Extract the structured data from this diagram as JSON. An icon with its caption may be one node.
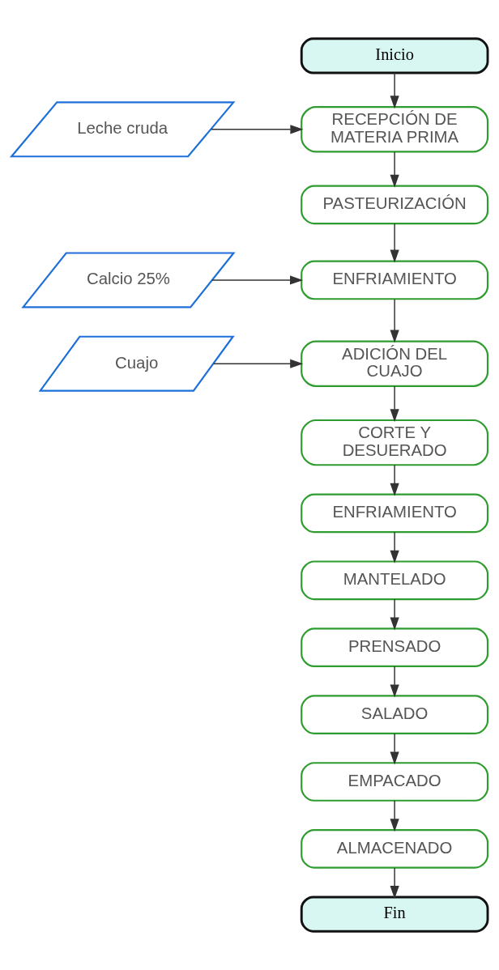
{
  "diagram": {
    "nodes": [
      {
        "text": [
          "Inicio"
        ]
      },
      {
        "text": [
          "Leche cruda"
        ]
      },
      {
        "text": [
          "RECEPCIÓN DE MATERIA PRIMA"
        ]
      },
      {
        "text": [
          "PASTEURIZACIÓN"
        ]
      },
      {
        "text": [
          "Calcio 25%"
        ]
      },
      {
        "text": [
          "ENFRIAMIENTO"
        ]
      },
      {
        "text": [
          "Cuajo"
        ]
      },
      {
        "text": [
          "ADICIÓN DEL CUAJO"
        ]
      },
      {
        "text": [
          "CORTE Y DESUERADO"
        ]
      },
      {
        "text": [
          "ENFRIAMIENTO"
        ]
      },
      {
        "text": [
          "MANTELADO"
        ]
      },
      {
        "text": [
          "PRENSADO"
        ]
      },
      {
        "text": [
          "SALADO"
        ]
      },
      {
        "text": [
          "EMPACADO"
        ]
      },
      {
        "text": [
          "ALMACENADO"
        ]
      },
      {
        "text": [
          "Fin"
        ]
      }
    ],
    "edges": [
      {
        "from": 0,
        "to": 2,
        "arrow": "to"
      },
      {
        "from": 1,
        "to": 2,
        "arrow": "to"
      },
      {
        "from": 2,
        "to": 3,
        "arrow": "to"
      },
      {
        "from": 3,
        "to": 5,
        "arrow": "to"
      },
      {
        "from": 4,
        "to": 5,
        "arrow": "to"
      },
      {
        "from": 5,
        "to": 7,
        "arrow": "to"
      },
      {
        "from": 6,
        "to": 7,
        "arrow": "to"
      },
      {
        "from": 7,
        "to": 8,
        "arrow": "to"
      },
      {
        "from": 8,
        "to": 9,
        "arrow": "to"
      },
      {
        "from": 9,
        "to": 10,
        "arrow": "to"
      },
      {
        "from": 10,
        "to": 11,
        "arrow": "to"
      },
      {
        "from": 11,
        "to": 12,
        "arrow": "to"
      },
      {
        "from": 12,
        "to": 13,
        "arrow": "to"
      },
      {
        "from": 13,
        "to": 14,
        "arrow": "to"
      },
      {
        "from": 14,
        "to": 15,
        "arrow": "to"
      }
    ]
  }
}
